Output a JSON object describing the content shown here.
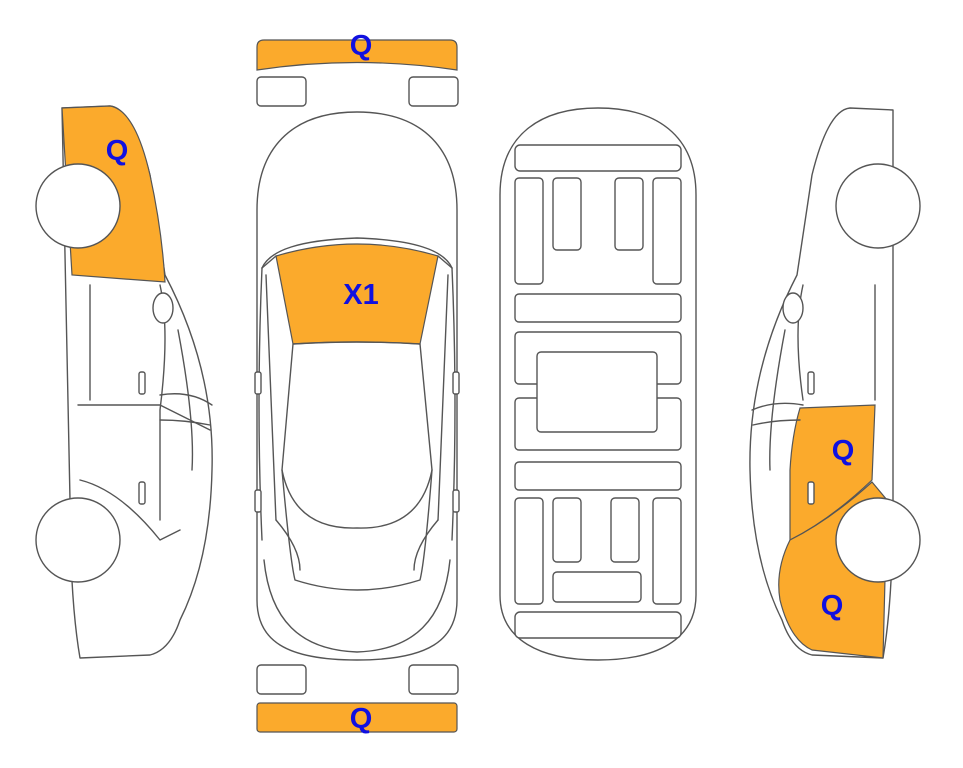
{
  "colors": {
    "damage_fill": "#FBAA2C",
    "outline": "#555555",
    "label_text": "#1010e0"
  },
  "markers": {
    "front_bumper": "Q",
    "left_front_fender": "Q",
    "windshield": "X1",
    "right_rear_door": "Q",
    "right_rear_quarter": "Q",
    "rear_bumper": "Q"
  }
}
